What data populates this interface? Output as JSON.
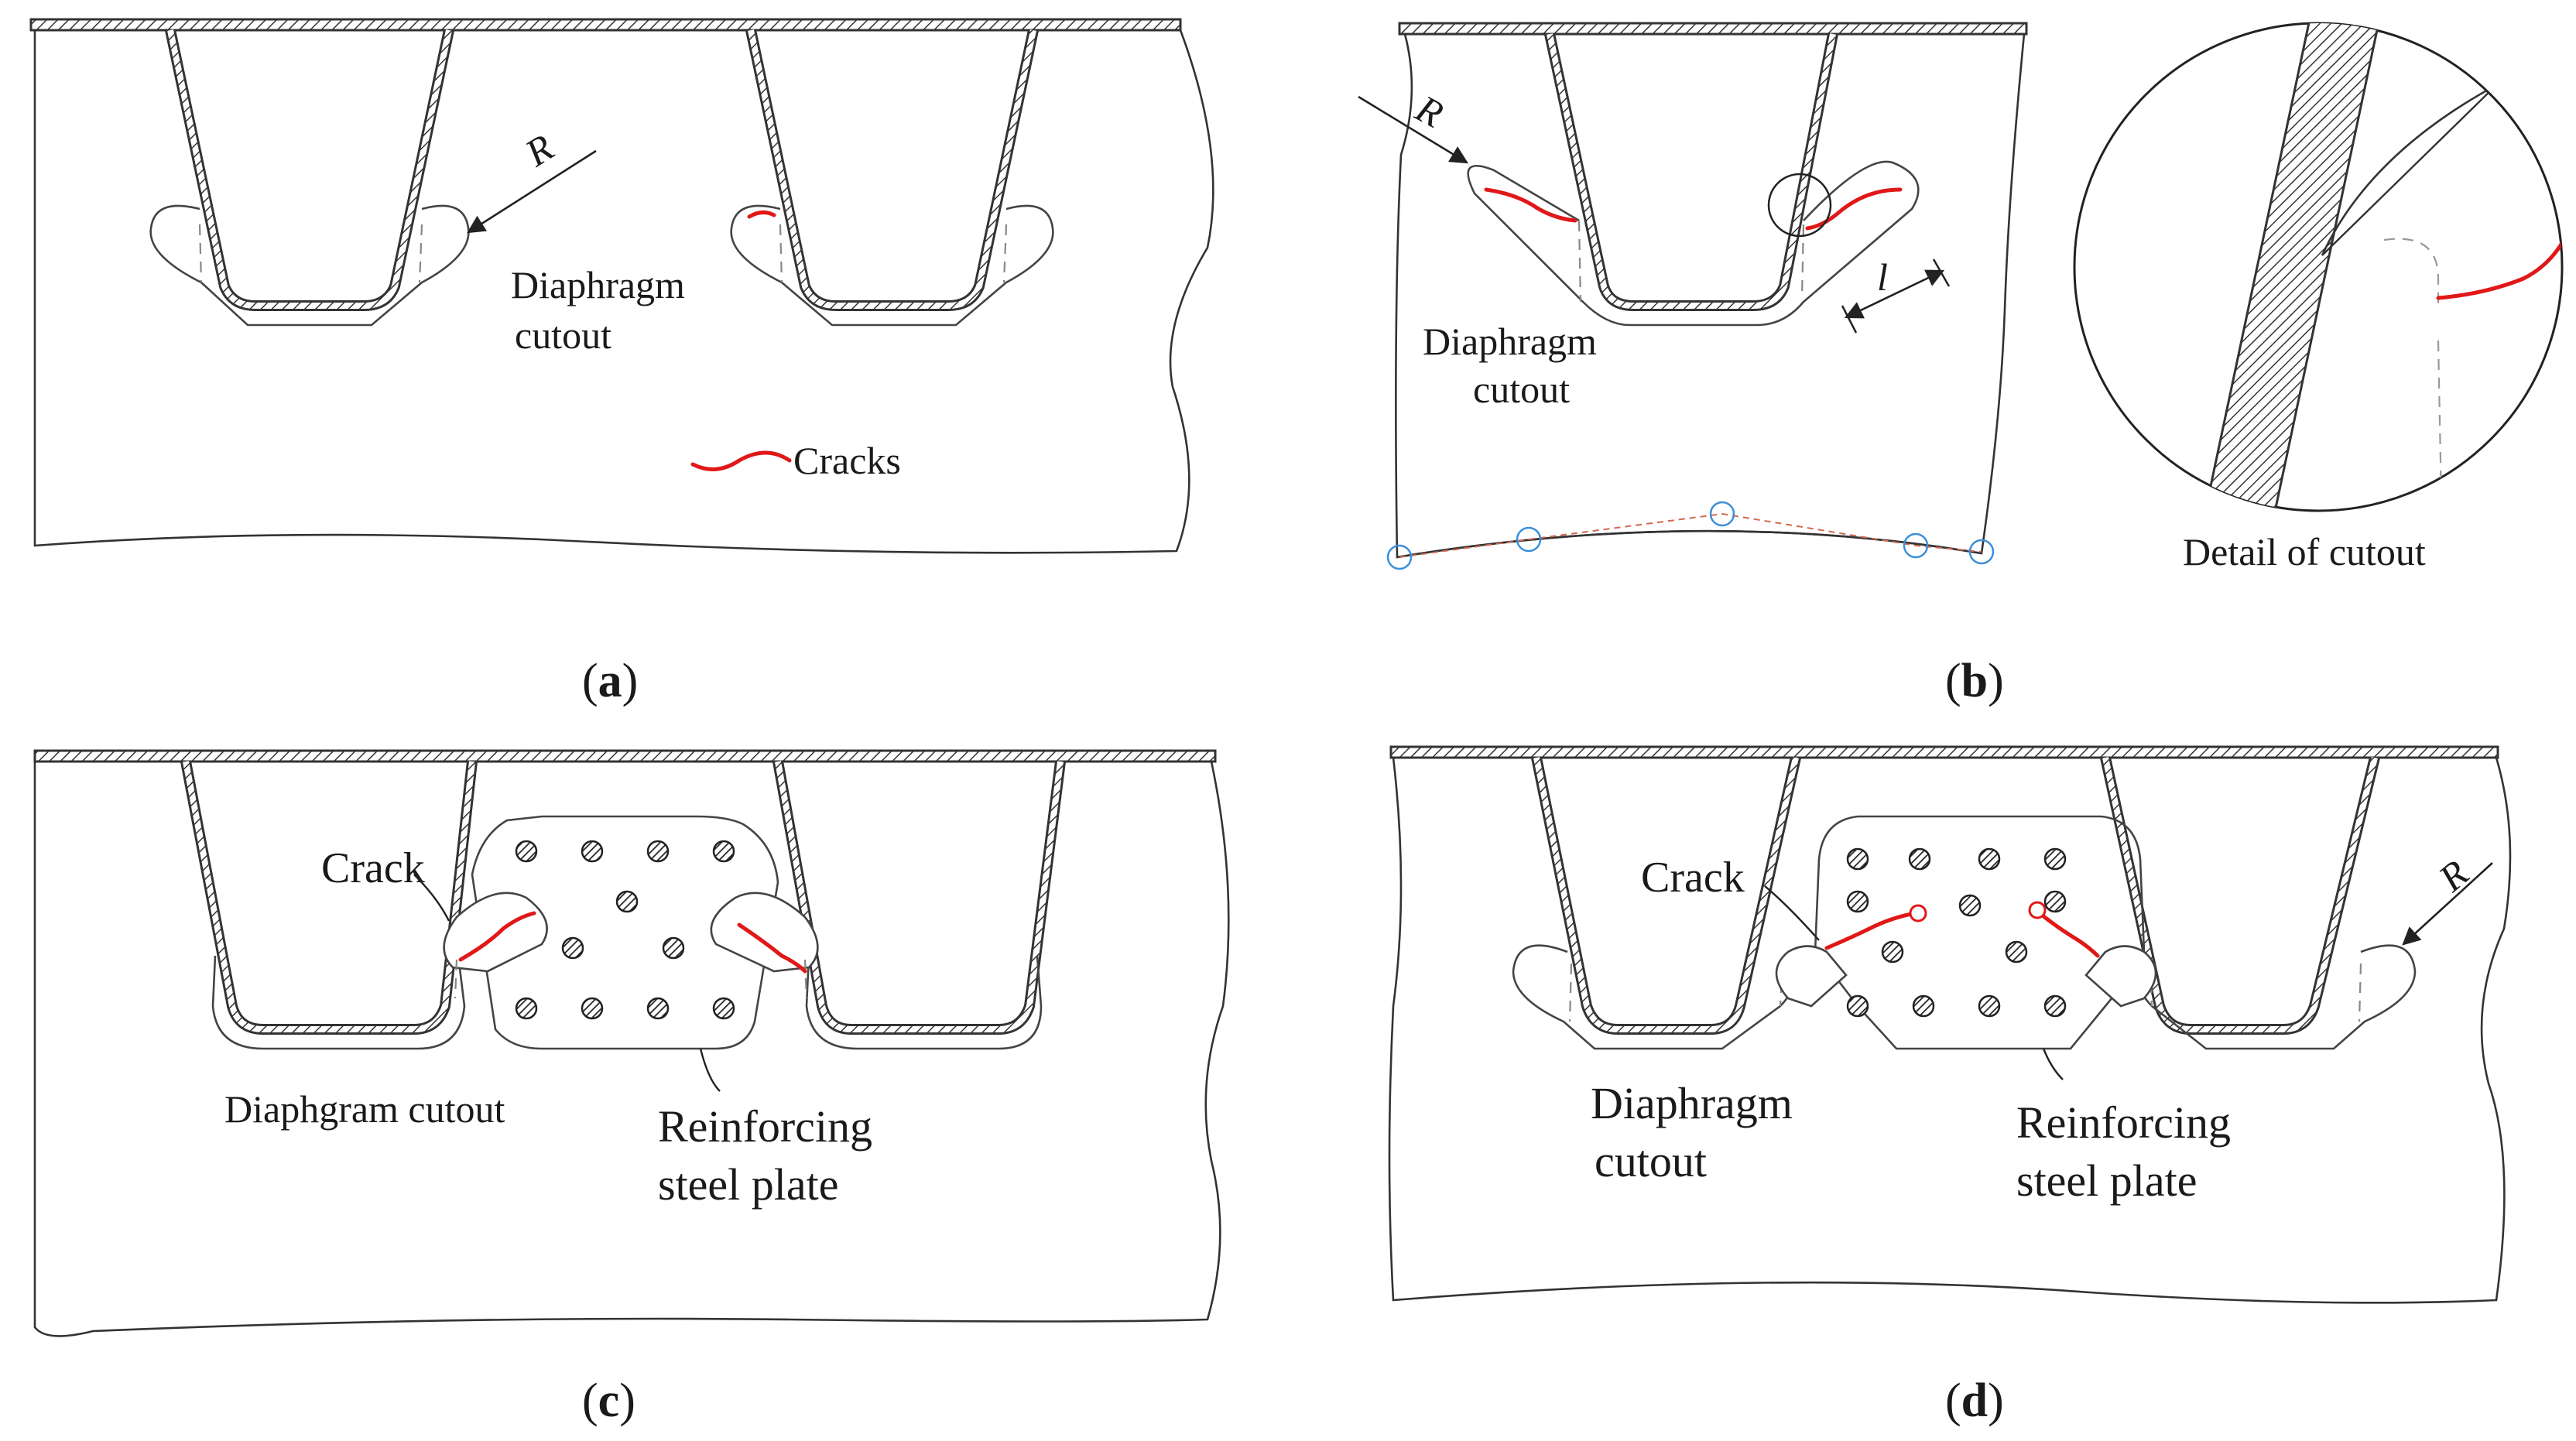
{
  "panels": {
    "a": {
      "caption_open": "(",
      "caption_letter": "a",
      "caption_close": ")",
      "label_cutout_line1": "Diaphragm",
      "label_cutout_line2": "cutout",
      "label_radius": "R",
      "legend_cracks": "Cracks"
    },
    "b": {
      "caption_open": "(",
      "caption_letter": "b",
      "caption_close": ")",
      "label_cutout_line1": "Diaphragm",
      "label_cutout_line2": "cutout",
      "label_radius": "R",
      "label_length": "l",
      "label_detail": "Detail of cutout"
    },
    "c": {
      "caption_open": "(",
      "caption_letter": "c",
      "caption_close": ")",
      "label_crack": "Crack",
      "label_cutout": "Diaphgram cutout",
      "label_plate_line1": "Reinforcing",
      "label_plate_line2": "steel plate"
    },
    "d": {
      "caption_open": "(",
      "caption_letter": "d",
      "caption_close": ")",
      "label_crack": "Crack",
      "label_cutout_line1": "Diaphragm",
      "label_cutout_line2": "cutout",
      "label_plate_line1": "Reinforcing",
      "label_plate_line2": "steel plate",
      "label_radius": "R"
    }
  },
  "colors": {
    "crack": "#e01818",
    "control_point": "#3a8fd8",
    "line": "#333333"
  }
}
